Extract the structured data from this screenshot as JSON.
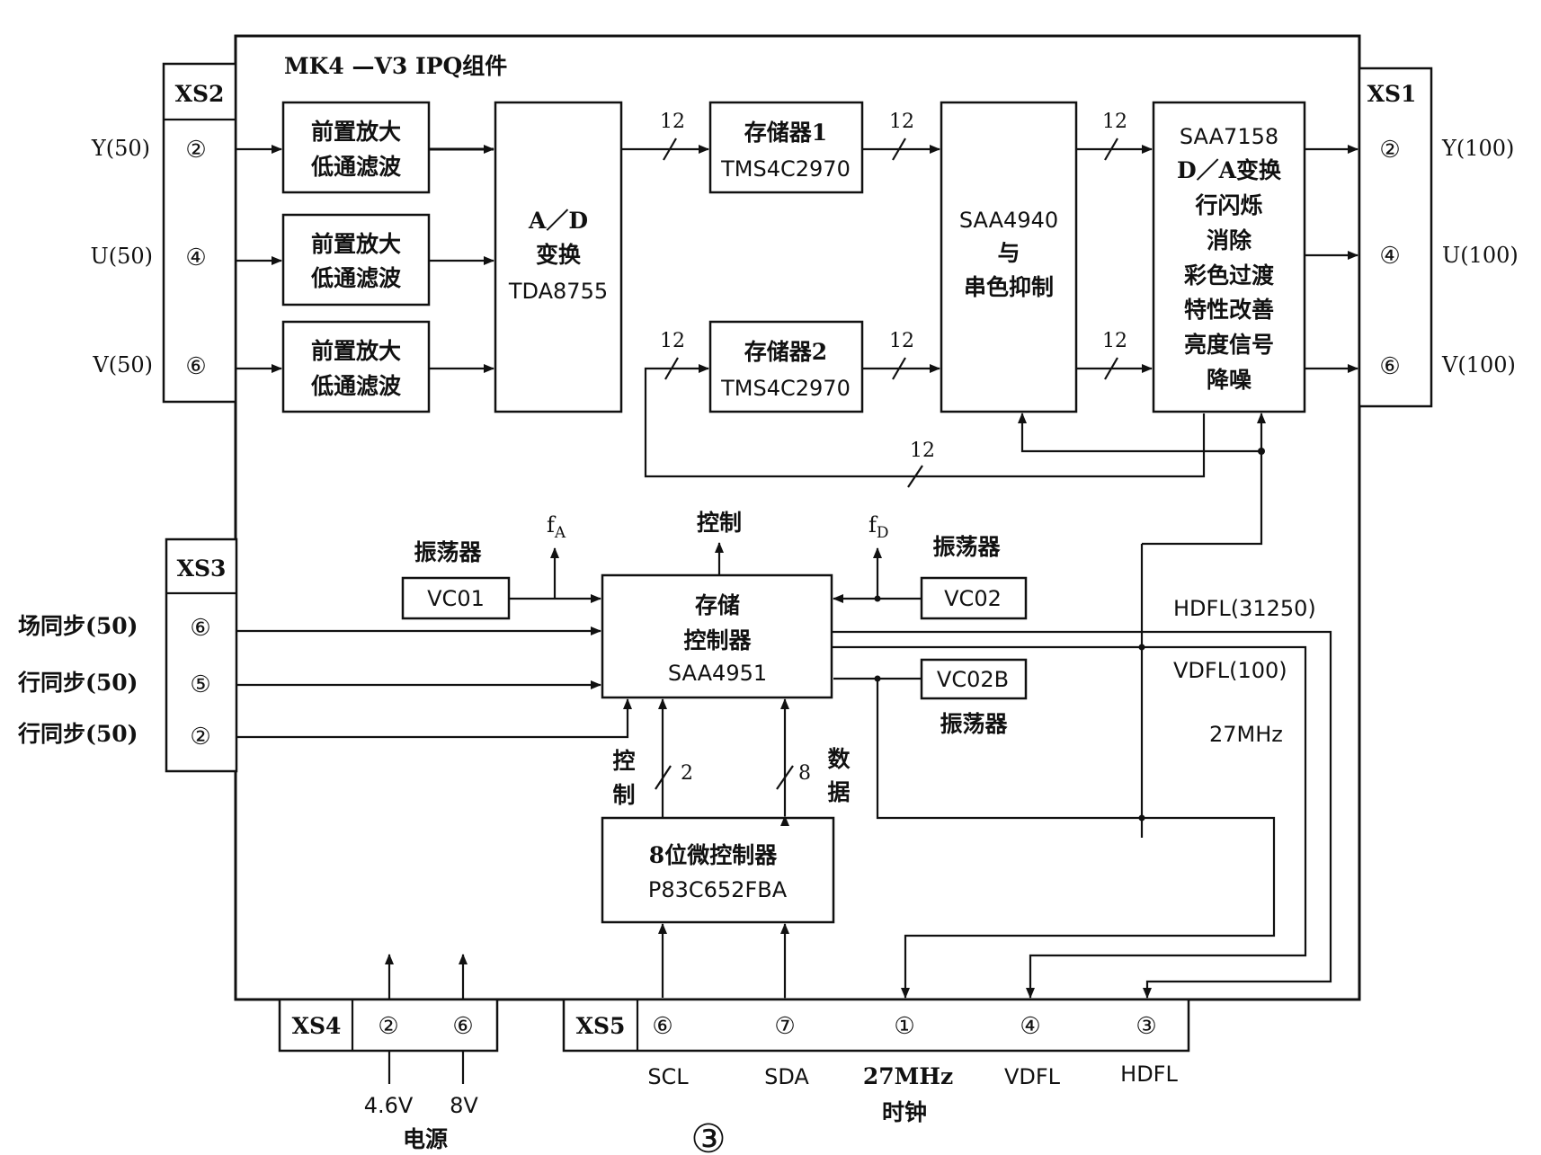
{
  "title": "MK4 —V3 IPQ组件",
  "figure_number": "③",
  "connectors": {
    "xs1": "XS1",
    "xs2": "XS2",
    "xs3": "XS3",
    "xs4": "XS4",
    "xs5": "XS5"
  },
  "pins": {
    "p2": "②",
    "p4": "④",
    "p5": "⑤",
    "p6": "⑥",
    "p7": "⑦",
    "p1": "①",
    "p3": "③"
  },
  "inputs": {
    "y": "Y(50)",
    "u": "U(50)",
    "v": "V(50)"
  },
  "outputs": {
    "y": "Y(100)",
    "u": "U(100)",
    "v": "V(100)"
  },
  "sync_inputs": {
    "field": "场同步(50)",
    "line1": "行同步(50)",
    "line2": "行同步(50)"
  },
  "preamp": {
    "line1": "前置放大",
    "line2": "低通滤波"
  },
  "adc": {
    "line1": "A／D",
    "line2": "变换",
    "line3": "TDA8755"
  },
  "memory1": {
    "line1": "存储器1",
    "line2": "TMS4C2970"
  },
  "memory2": {
    "line1": "存储器2",
    "line2": "TMS4C2970"
  },
  "saa4940": {
    "line1": "SAA4940",
    "line2": "与",
    "line3": "串色抑制"
  },
  "saa7158": {
    "line1": "SAA7158",
    "line2": "D／A变换",
    "line3": "行闪烁",
    "line4": "消除",
    "line5": "彩色过渡",
    "line6": "特性改善",
    "line7": "亮度信号",
    "line8": "降噪"
  },
  "bus_width": {
    "b12": "12",
    "b2": "2",
    "b8": "8"
  },
  "controller": {
    "line1": "存储",
    "line2": "控制器",
    "line3": "SAA4951"
  },
  "mcu": {
    "line1": "8位微控制器",
    "line2": "P83C652FBA"
  },
  "oscillators": {
    "vc01": "VC01",
    "vc02": "VC02",
    "vc02b": "VC02B",
    "label": "振荡器"
  },
  "freq": {
    "fa": "f",
    "fa_sub": "A",
    "fd": "f",
    "fd_sub": "D"
  },
  "control_label": "控制",
  "ctrl_v1": "控",
  "ctrl_v2": "制",
  "data_v1": "数",
  "data_v2": "据",
  "signals": {
    "hdfl": "HDFL(31250)",
    "vdfl": "VDFL(100)",
    "mhz": "27MHz"
  },
  "xs5_labels": {
    "scl": "SCL",
    "sda": "SDA",
    "clk1": "27MHz",
    "clk2": "时钟",
    "vdfl": "VDFL",
    "hdfl": "HDFL"
  },
  "power": {
    "v1": "4.6V",
    "v2": "8V",
    "label": "电源"
  }
}
